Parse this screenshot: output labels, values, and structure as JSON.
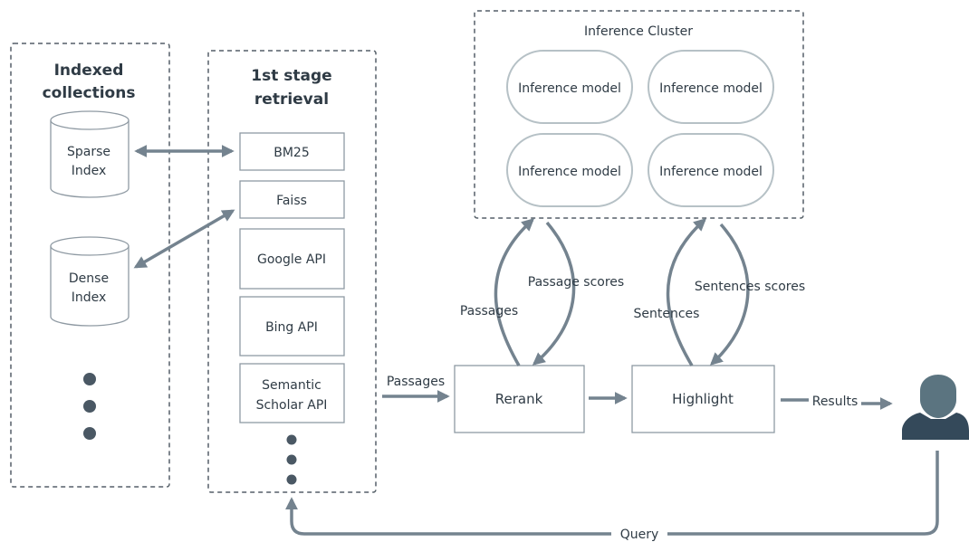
{
  "indexed": {
    "title_line1": "Indexed",
    "title_line2": "collections"
  },
  "sparse": {
    "line1": "Sparse",
    "line2": "Index"
  },
  "dense": {
    "line1": "Dense",
    "line2": "Index"
  },
  "retrieval": {
    "title_line1": "1st stage",
    "title_line2": "retrieval",
    "bm25": "BM25",
    "faiss": "Faiss",
    "google": "Google API",
    "bing": "Bing API",
    "semantic_line1": "Semantic",
    "semantic_line2": "Scholar API"
  },
  "cluster": {
    "title": "Inference Cluster",
    "models": [
      "Inference model",
      "Inference model",
      "Inference model",
      "Inference model"
    ]
  },
  "rerank": "Rerank",
  "highlight": "Highlight",
  "edges": {
    "passages_in": "Passages",
    "passages_up": "Passages",
    "passage_scores": "Passage scores",
    "sentences_up": "Sentences",
    "sentences_scores": "Sentences scores",
    "results": "Results",
    "query": "Query"
  },
  "icons": {
    "user": "user-icon"
  }
}
